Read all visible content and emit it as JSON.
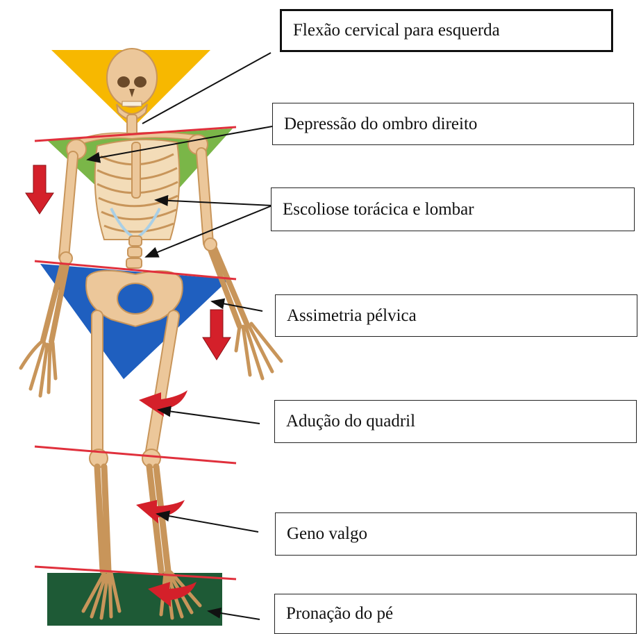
{
  "labels": {
    "cervical": "Flexão cervical para esquerda",
    "shoulder": "Depressão do ombro direito",
    "scoliosis": "Escoliose torácica e lombar",
    "pelvis": "Assimetria pélvica",
    "hip": "Adução do quadril",
    "knee": "Geno valgo",
    "foot": "Pronação do pé"
  },
  "colors": {
    "head_triangle": "#f7b800",
    "trunk_triangle": "#7ab648",
    "pelvis_triangle": "#1f5fbf",
    "foot_base": "#1e5a36",
    "reference_line": "#e0303c",
    "arrow": "#d4202a",
    "bone": "#ecc79a",
    "bone_shadow": "#c8955a",
    "rib_cartilage": "#a9cfe6"
  },
  "icons": {
    "down_arrow": "down-arrow-icon",
    "curved_arrow": "curved-arrow-icon"
  }
}
